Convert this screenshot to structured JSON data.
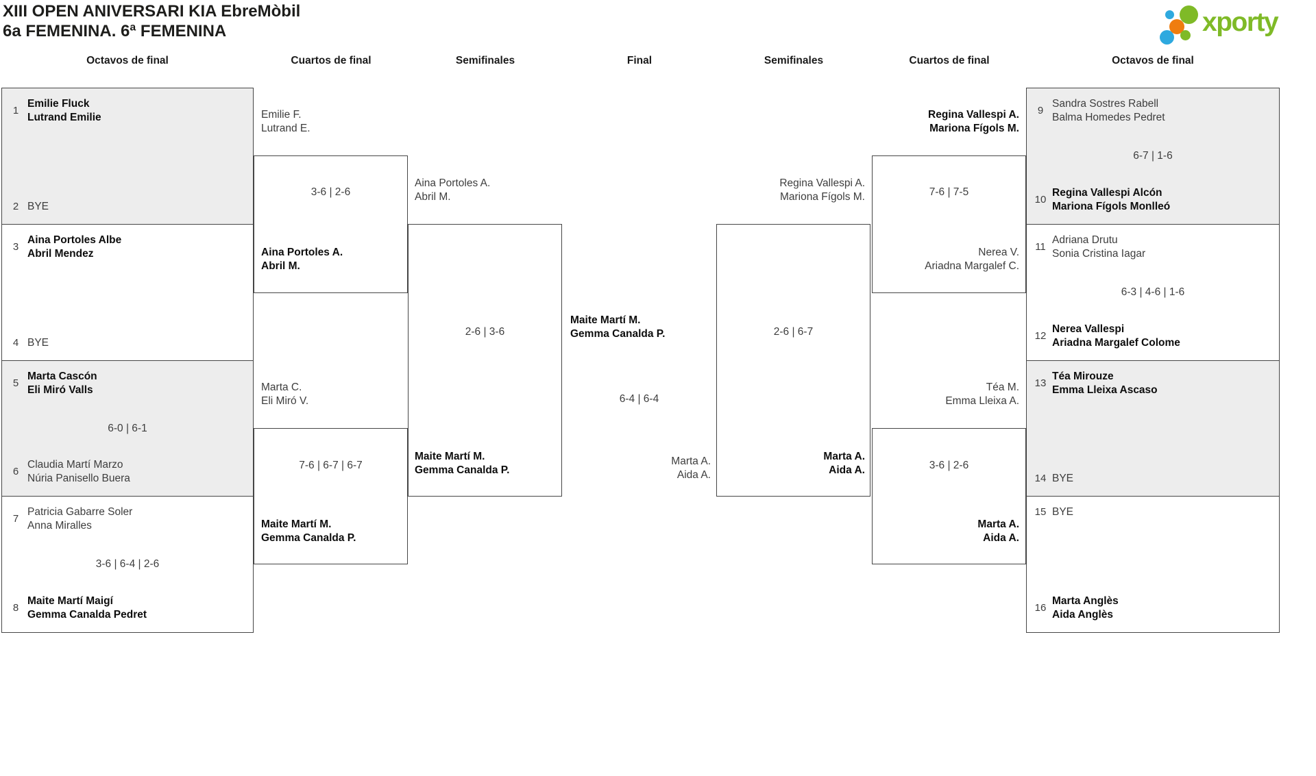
{
  "title": {
    "line1": "XIII OPEN ANIVERSARI KIA EbreMòbil",
    "line2": "6a FEMENINA. 6ª FEMENINA"
  },
  "logo": {
    "brand": "xporty",
    "green": "#7fba27",
    "blue": "#2ea9df",
    "orange": "#ef7d0f"
  },
  "round_headers": [
    "Octavos de final",
    "Cuartos de final",
    "Semifinales",
    "Final",
    "Semifinales",
    "Cuartos de final",
    "Octavos de final"
  ],
  "colors": {
    "box_border": "#454545",
    "box_gray_fill": "#ededed",
    "text_regular": "#3d3d3d",
    "text_winner": "#0d0d0d"
  },
  "r16_left": [
    {
      "top": {
        "seed": "1",
        "line1": "Emilie Fluck",
        "line2": "Lutrand Emilie",
        "winner": true
      },
      "bottom": {
        "seed": "2",
        "line1": "BYE",
        "line2": "",
        "winner": false
      },
      "score": ""
    },
    {
      "top": {
        "seed": "3",
        "line1": "Aina Portoles Albe",
        "line2": "Abril Mendez",
        "winner": true
      },
      "bottom": {
        "seed": "4",
        "line1": "BYE",
        "line2": "",
        "winner": false
      },
      "score": ""
    },
    {
      "top": {
        "seed": "5",
        "line1": "Marta Cascón",
        "line2": "Eli Miró Valls",
        "winner": true
      },
      "bottom": {
        "seed": "6",
        "line1": "Claudia Martí Marzo",
        "line2": "Núria Panisello Buera",
        "winner": false
      },
      "score": "6-0 | 6-1"
    },
    {
      "top": {
        "seed": "7",
        "line1": "Patricia Gabarre Soler",
        "line2": "Anna Miralles",
        "winner": false
      },
      "bottom": {
        "seed": "8",
        "line1": "Maite Martí Maigí",
        "line2": "Gemma Canalda Pedret",
        "winner": true
      },
      "score": "3-6 | 6-4 | 2-6"
    }
  ],
  "qf_left": [
    {
      "top": {
        "line1": "Emilie F.",
        "line2": "Lutrand E.",
        "winner": false
      },
      "bottom": {
        "line1": "Aina Portoles A.",
        "line2": "Abril M.",
        "winner": true
      },
      "score": "3-6 | 2-6"
    },
    {
      "top": {
        "line1": "Marta C.",
        "line2": "Eli Miró V.",
        "winner": false
      },
      "bottom": {
        "line1": "Maite Martí M.",
        "line2": "Gemma Canalda P.",
        "winner": true
      },
      "score": "7-6 | 6-7 | 6-7"
    }
  ],
  "sf_left": {
    "top": {
      "line1": "Aina Portoles A.",
      "line2": "Abril M.",
      "winner": false
    },
    "bottom": {
      "line1": "Maite Martí M.",
      "line2": "Gemma Canalda P.",
      "winner": true
    },
    "score": "2-6 | 3-6"
  },
  "final": {
    "top": {
      "line1": "Maite Martí M.",
      "line2": "Gemma Canalda P.",
      "winner": true
    },
    "bottom": {
      "line1": "Marta A.",
      "line2": "Aida A.",
      "winner": false
    },
    "score": "6-4 | 6-4"
  },
  "sf_right": {
    "top": {
      "line1": "Regina Vallespi A.",
      "line2": "Mariona Fígols M.",
      "winner": false
    },
    "bottom": {
      "line1": "Marta A.",
      "line2": "Aida A.",
      "winner": true
    },
    "score": "2-6 | 6-7"
  },
  "qf_right": [
    {
      "top": {
        "line1": "Regina Vallespi A.",
        "line2": "Mariona Fígols M.",
        "winner": true
      },
      "bottom": {
        "line1": "Nerea V.",
        "line2": "Ariadna Margalef C.",
        "winner": false
      },
      "score": "7-6 | 7-5"
    },
    {
      "top": {
        "line1": "Téa M.",
        "line2": "Emma Lleixa A.",
        "winner": false
      },
      "bottom": {
        "line1": "Marta A.",
        "line2": "Aida A.",
        "winner": true
      },
      "score": "3-6 | 2-6"
    }
  ],
  "r16_right": [
    {
      "top": {
        "seed": "9",
        "line1": "Sandra Sostres Rabell",
        "line2": "Balma Homedes Pedret",
        "winner": false
      },
      "bottom": {
        "seed": "10",
        "line1": "Regina Vallespi Alcón",
        "line2": "Mariona Fígols Monlleó",
        "winner": true
      },
      "score": "6-7 | 1-6"
    },
    {
      "top": {
        "seed": "11",
        "line1": "Adriana Drutu",
        "line2": "Sonia Cristina Iagar",
        "winner": false
      },
      "bottom": {
        "seed": "12",
        "line1": "Nerea Vallespi",
        "line2": "Ariadna Margalef Colome",
        "winner": true
      },
      "score": "6-3 | 4-6 | 1-6"
    },
    {
      "top": {
        "seed": "13",
        "line1": "Téa Mirouze",
        "line2": "Emma Lleixa Ascaso",
        "winner": true
      },
      "bottom": {
        "seed": "14",
        "line1": "BYE",
        "line2": "",
        "winner": false
      },
      "score": ""
    },
    {
      "top": {
        "seed": "15",
        "line1": "BYE",
        "line2": "",
        "winner": false
      },
      "bottom": {
        "seed": "16",
        "line1": "Marta Anglès",
        "line2": "Aida Anglès",
        "winner": true
      },
      "score": ""
    }
  ]
}
